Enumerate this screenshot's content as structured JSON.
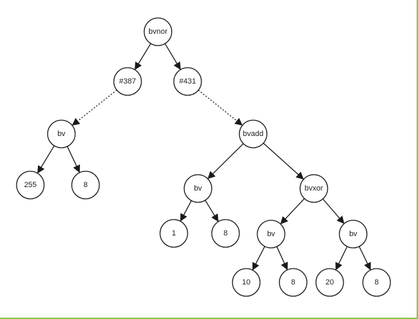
{
  "colors": {
    "frame_border": "#8cc63f",
    "node_stroke": "#1a1a1a",
    "text": "#222222"
  },
  "tree": {
    "nodes": [
      {
        "id": "n_bvnor",
        "label": "bvnor"
      },
      {
        "id": "n_387",
        "label": "#387"
      },
      {
        "id": "n_431",
        "label": "#431"
      },
      {
        "id": "n_bv_a",
        "label": "bv"
      },
      {
        "id": "n_255",
        "label": "255"
      },
      {
        "id": "n_8_a",
        "label": "8"
      },
      {
        "id": "n_bvadd",
        "label": "bvadd"
      },
      {
        "id": "n_bv_b",
        "label": "bv"
      },
      {
        "id": "n_bvxor",
        "label": "bvxor"
      },
      {
        "id": "n_1",
        "label": "1"
      },
      {
        "id": "n_8_b",
        "label": "8"
      },
      {
        "id": "n_bv_c",
        "label": "bv"
      },
      {
        "id": "n_bv_d",
        "label": "bv"
      },
      {
        "id": "n_10",
        "label": "10"
      },
      {
        "id": "n_8_c",
        "label": "8"
      },
      {
        "id": "n_20",
        "label": "20"
      },
      {
        "id": "n_8_d",
        "label": "8"
      }
    ],
    "edges": [
      {
        "from": "n_bvnor",
        "to": "n_387",
        "style": "solid"
      },
      {
        "from": "n_bvnor",
        "to": "n_431",
        "style": "solid"
      },
      {
        "from": "n_387",
        "to": "n_bv_a",
        "style": "dotted"
      },
      {
        "from": "n_431",
        "to": "n_bvadd",
        "style": "dotted"
      },
      {
        "from": "n_bv_a",
        "to": "n_255",
        "style": "solid"
      },
      {
        "from": "n_bv_a",
        "to": "n_8_a",
        "style": "solid"
      },
      {
        "from": "n_bvadd",
        "to": "n_bv_b",
        "style": "solid"
      },
      {
        "from": "n_bvadd",
        "to": "n_bvxor",
        "style": "solid"
      },
      {
        "from": "n_bv_b",
        "to": "n_1",
        "style": "solid"
      },
      {
        "from": "n_bv_b",
        "to": "n_8_b",
        "style": "solid"
      },
      {
        "from": "n_bvxor",
        "to": "n_bv_c",
        "style": "solid"
      },
      {
        "from": "n_bvxor",
        "to": "n_bv_d",
        "style": "solid"
      },
      {
        "from": "n_bv_c",
        "to": "n_10",
        "style": "solid"
      },
      {
        "from": "n_bv_c",
        "to": "n_8_c",
        "style": "solid"
      },
      {
        "from": "n_bv_d",
        "to": "n_20",
        "style": "solid"
      },
      {
        "from": "n_bv_d",
        "to": "n_8_d",
        "style": "solid"
      }
    ]
  }
}
